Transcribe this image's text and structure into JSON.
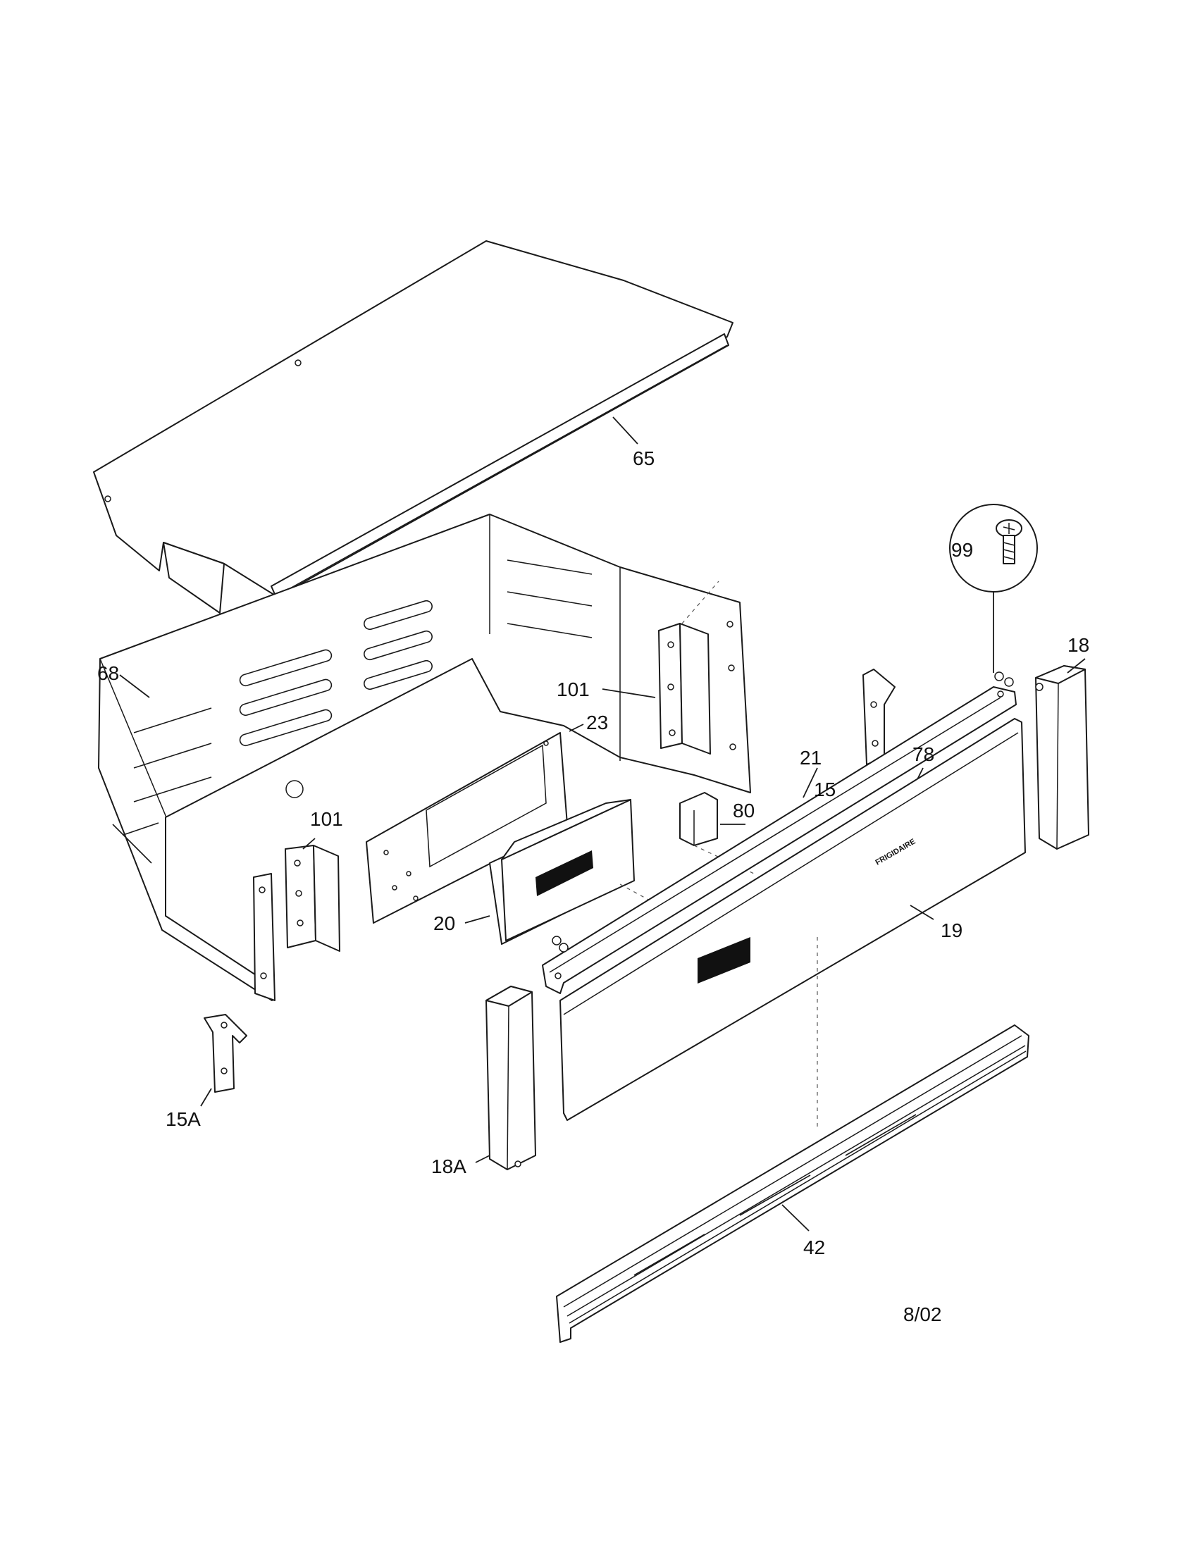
{
  "callouts": {
    "c65": "65",
    "c68": "68",
    "c101a": "101",
    "c101b": "101",
    "c23": "23",
    "c20": "20",
    "c80": "80",
    "c21": "21",
    "c78": "78",
    "c15": "15",
    "c99": "99",
    "c18": "18",
    "c19": "19",
    "c15A": "15A",
    "c18A": "18A",
    "c42": "42"
  },
  "panel_brand": "FRIGIDAIRE",
  "date_code": "8/02"
}
